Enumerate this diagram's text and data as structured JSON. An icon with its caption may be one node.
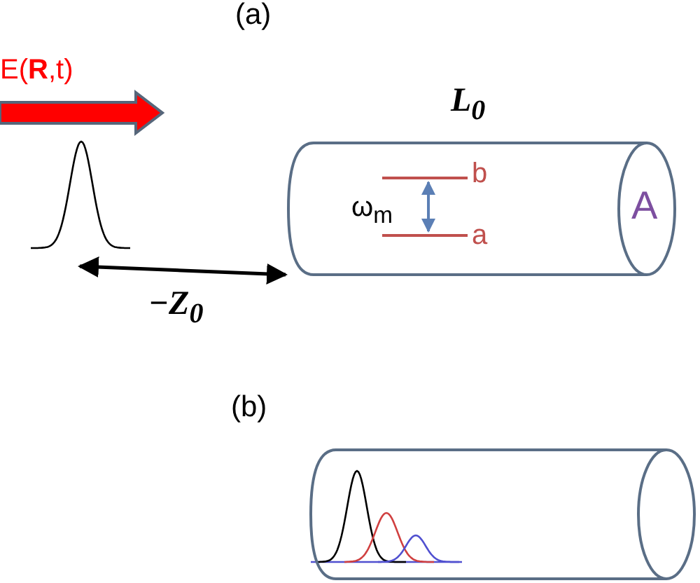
{
  "diagram": {
    "nodes": [
      {
        "text": [
          "b",
          "ω$_{m}$",
          "a",
          "A"
        ],
        "beside": [
          "L$_{0}$"
        ]
      },
      {
        "text": [],
        "shape": "cylinder"
      }
    ],
    "labels": [
      "(a)",
      "E(**R**,t)",
      "−Z$_{0}$",
      "(b)"
    ]
  }
}
